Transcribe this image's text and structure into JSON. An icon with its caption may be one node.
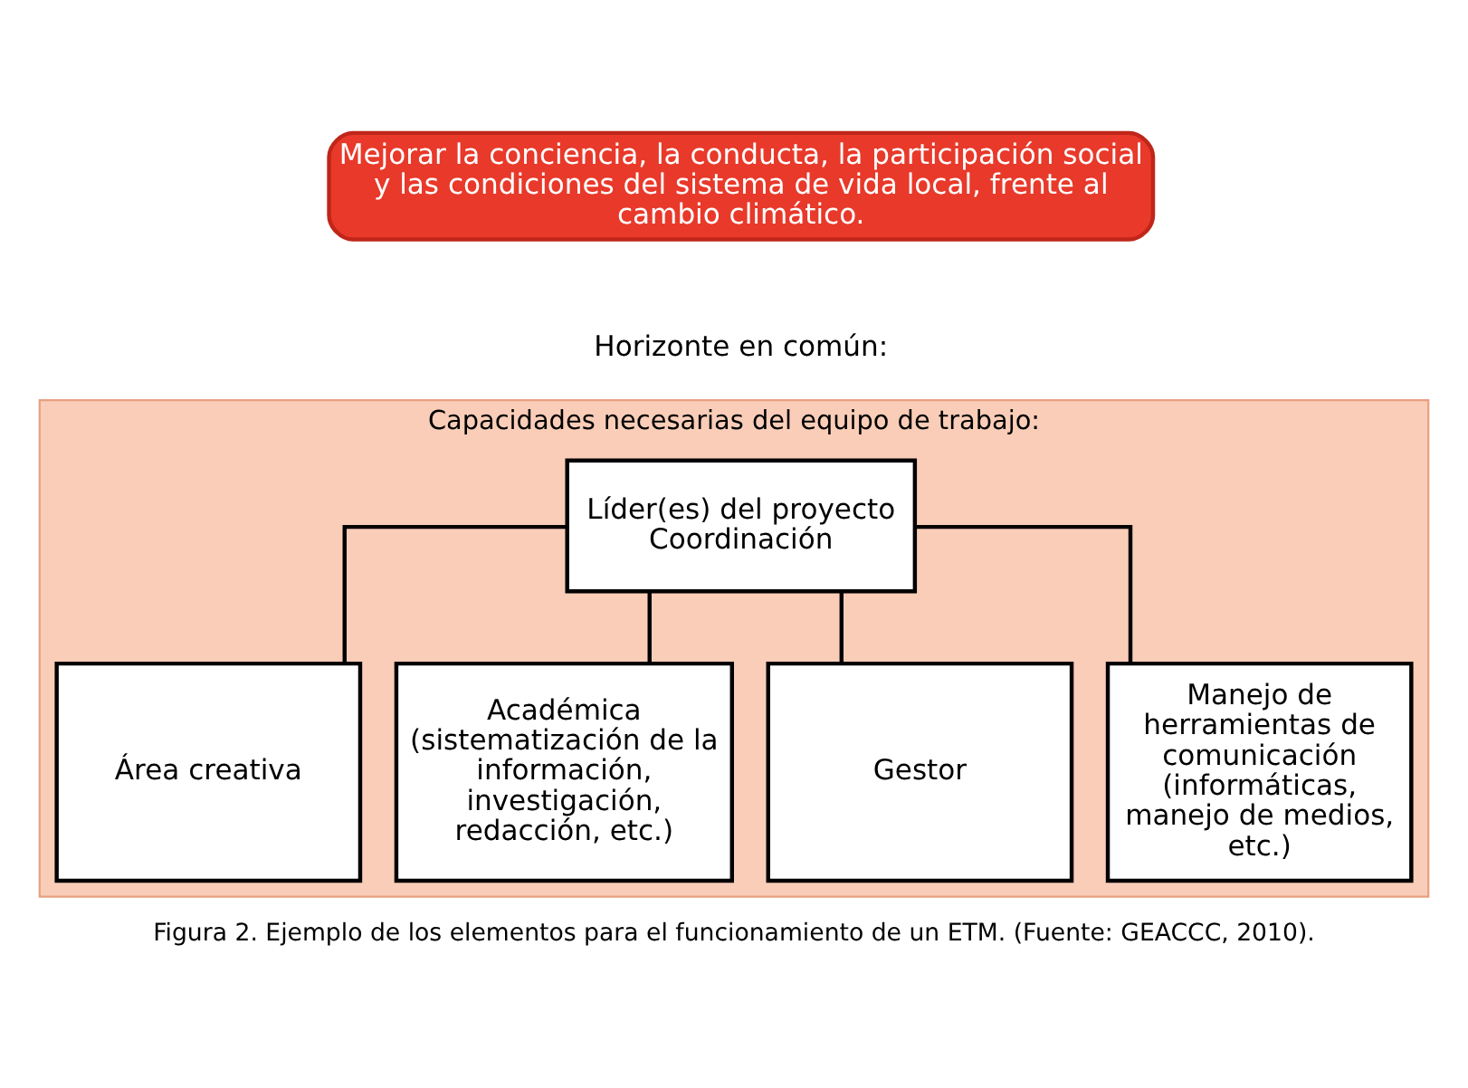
{
  "diagram": {
    "caption": "Figura 2. Ejemplo de los elementos para el funcionamiento de un ETM. (Fuente: GEACCC, 2010).",
    "nodes": [
      {
        "text": [
          "Mejorar la conciencia, la conducta, la participación social y las condiciones del sistema de vida local, frente al cambio climático."
        ]
      },
      {
        "text": [
          "Capacidades necesarias del equipo de trabajo:"
        ]
      },
      {
        "text": [
          "Líder(es) del proyecto Coordinación"
        ],
        "in": 1
      },
      {
        "text": [
          "Área creativa"
        ],
        "in": 1
      },
      {
        "text": [
          "Académica (sistematización de la información, investigación, redacción, etc.)"
        ],
        "in": 1
      },
      {
        "text": [
          "Gestor"
        ],
        "in": 1
      },
      {
        "text": [
          "Manejo de herramientas de comunicación (informáticas, manejo de medios, etc.)"
        ],
        "in": 1
      }
    ],
    "edges": [
      {
        "from": 2,
        "to": 3,
        "arrow": "none"
      },
      {
        "from": 2,
        "to": 4,
        "arrow": "none"
      },
      {
        "from": 2,
        "to": 5,
        "arrow": "none"
      },
      {
        "from": 2,
        "to": 6,
        "arrow": "none"
      }
    ],
    "labels": [
      "Horizonte en común:"
    ]
  }
}
